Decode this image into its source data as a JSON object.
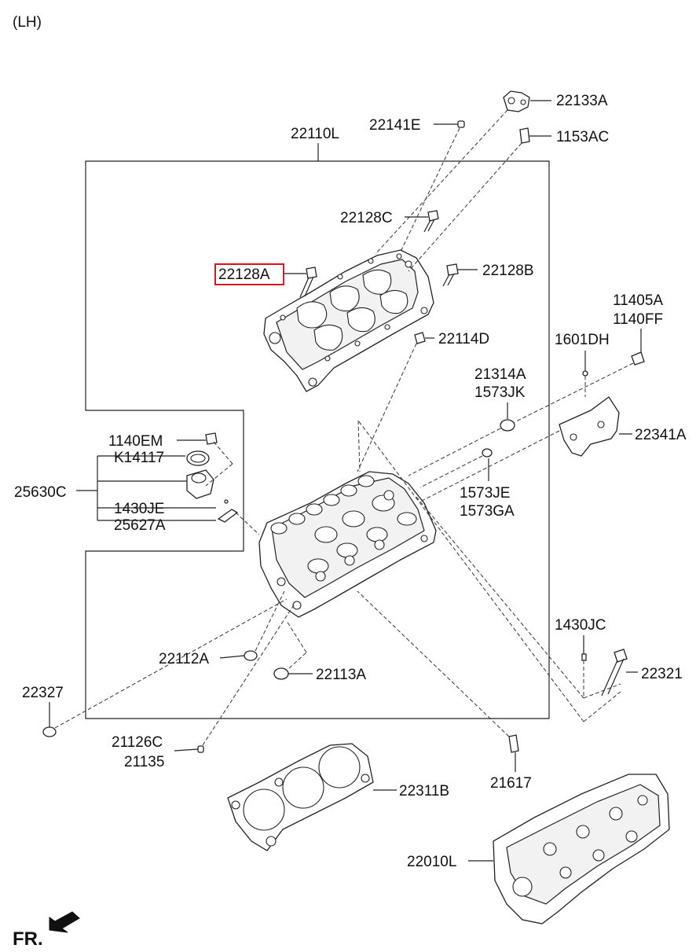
{
  "view_label": "(LH)",
  "direction_label": "FR.",
  "highlighted_part": "22128A",
  "parts": {
    "p22110L": "22110L",
    "p22133A": "22133A",
    "p22141E": "22141E",
    "p1153AC": "1153AC",
    "p22128C": "22128C",
    "p22128A": "22128A",
    "p22128B": "22128B",
    "p22114D": "22114D",
    "p11405A": "11405A",
    "p1140FF": "1140FF",
    "p1601DH": "1601DH",
    "p21314A": "21314A",
    "p1573JK": "1573JK",
    "p22341A": "22341A",
    "p1140EM": "1140EM",
    "pK14117": "K14117",
    "p25630C": "25630C",
    "p1430JE": "1430JE",
    "p25627A": "25627A",
    "p1573JE": "1573JE",
    "p1573GA": "1573GA",
    "p1430JC": "1430JC",
    "p22112A": "22112A",
    "p22321": "22321",
    "p22113A": "22113A",
    "p22327": "22327",
    "p21126C": "21126C",
    "p21135": "21135",
    "p21617": "21617",
    "p22311B": "22311B",
    "p22010L": "22010L"
  },
  "colors": {
    "line": "#222222",
    "highlight": "#e0101a",
    "background": "#ffffff"
  },
  "icons": {
    "direction": "front-arrow-icon"
  }
}
